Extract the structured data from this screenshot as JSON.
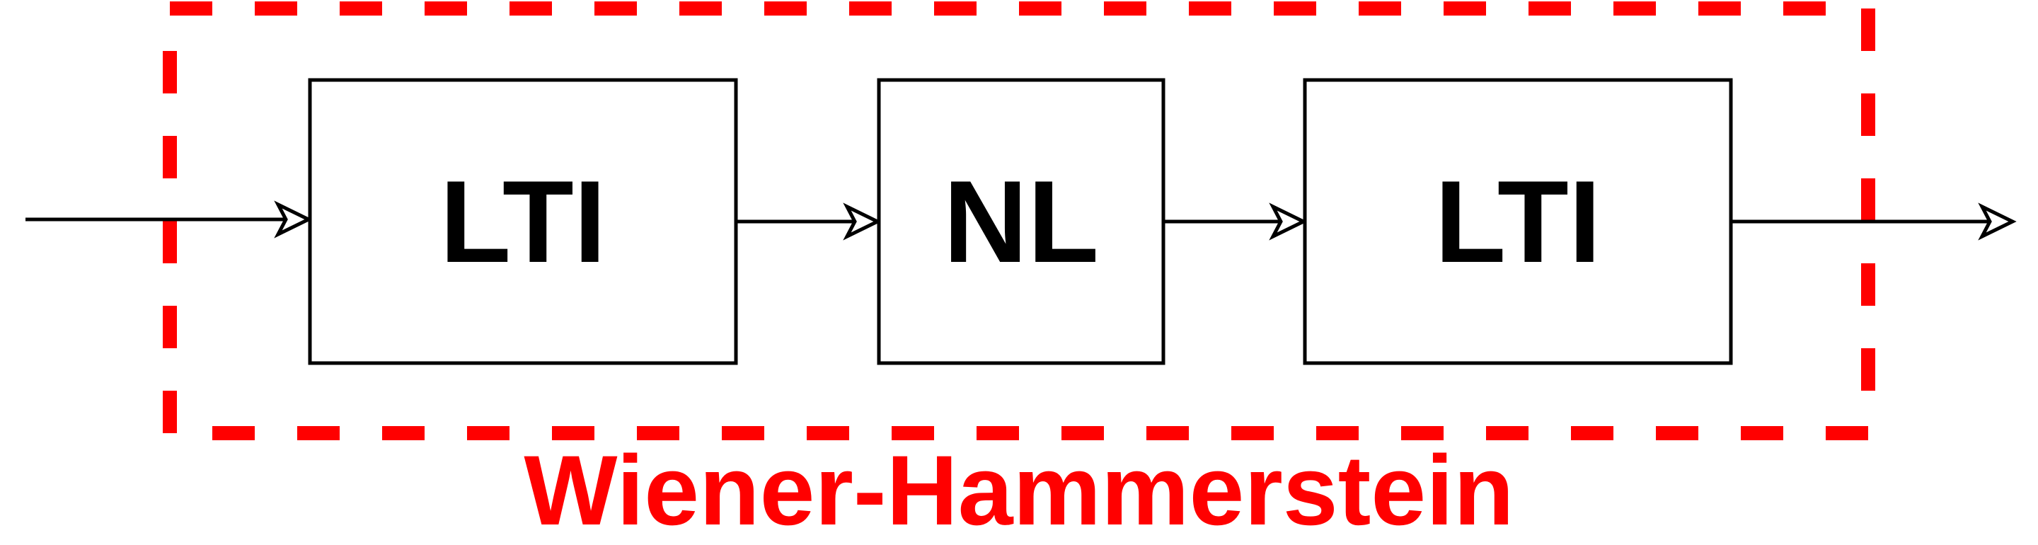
{
  "diagram": {
    "blocks": [
      {
        "id": "lti-1",
        "label": "LTI"
      },
      {
        "id": "nl",
        "label": "NL"
      },
      {
        "id": "lti-2",
        "label": "LTI"
      }
    ],
    "group": {
      "label": "Wiener-Hammerstein",
      "border_style": "dashed"
    },
    "colors": {
      "group_accent": "#ff0000",
      "line": "#000000",
      "block_fill": "#ffffff"
    }
  }
}
